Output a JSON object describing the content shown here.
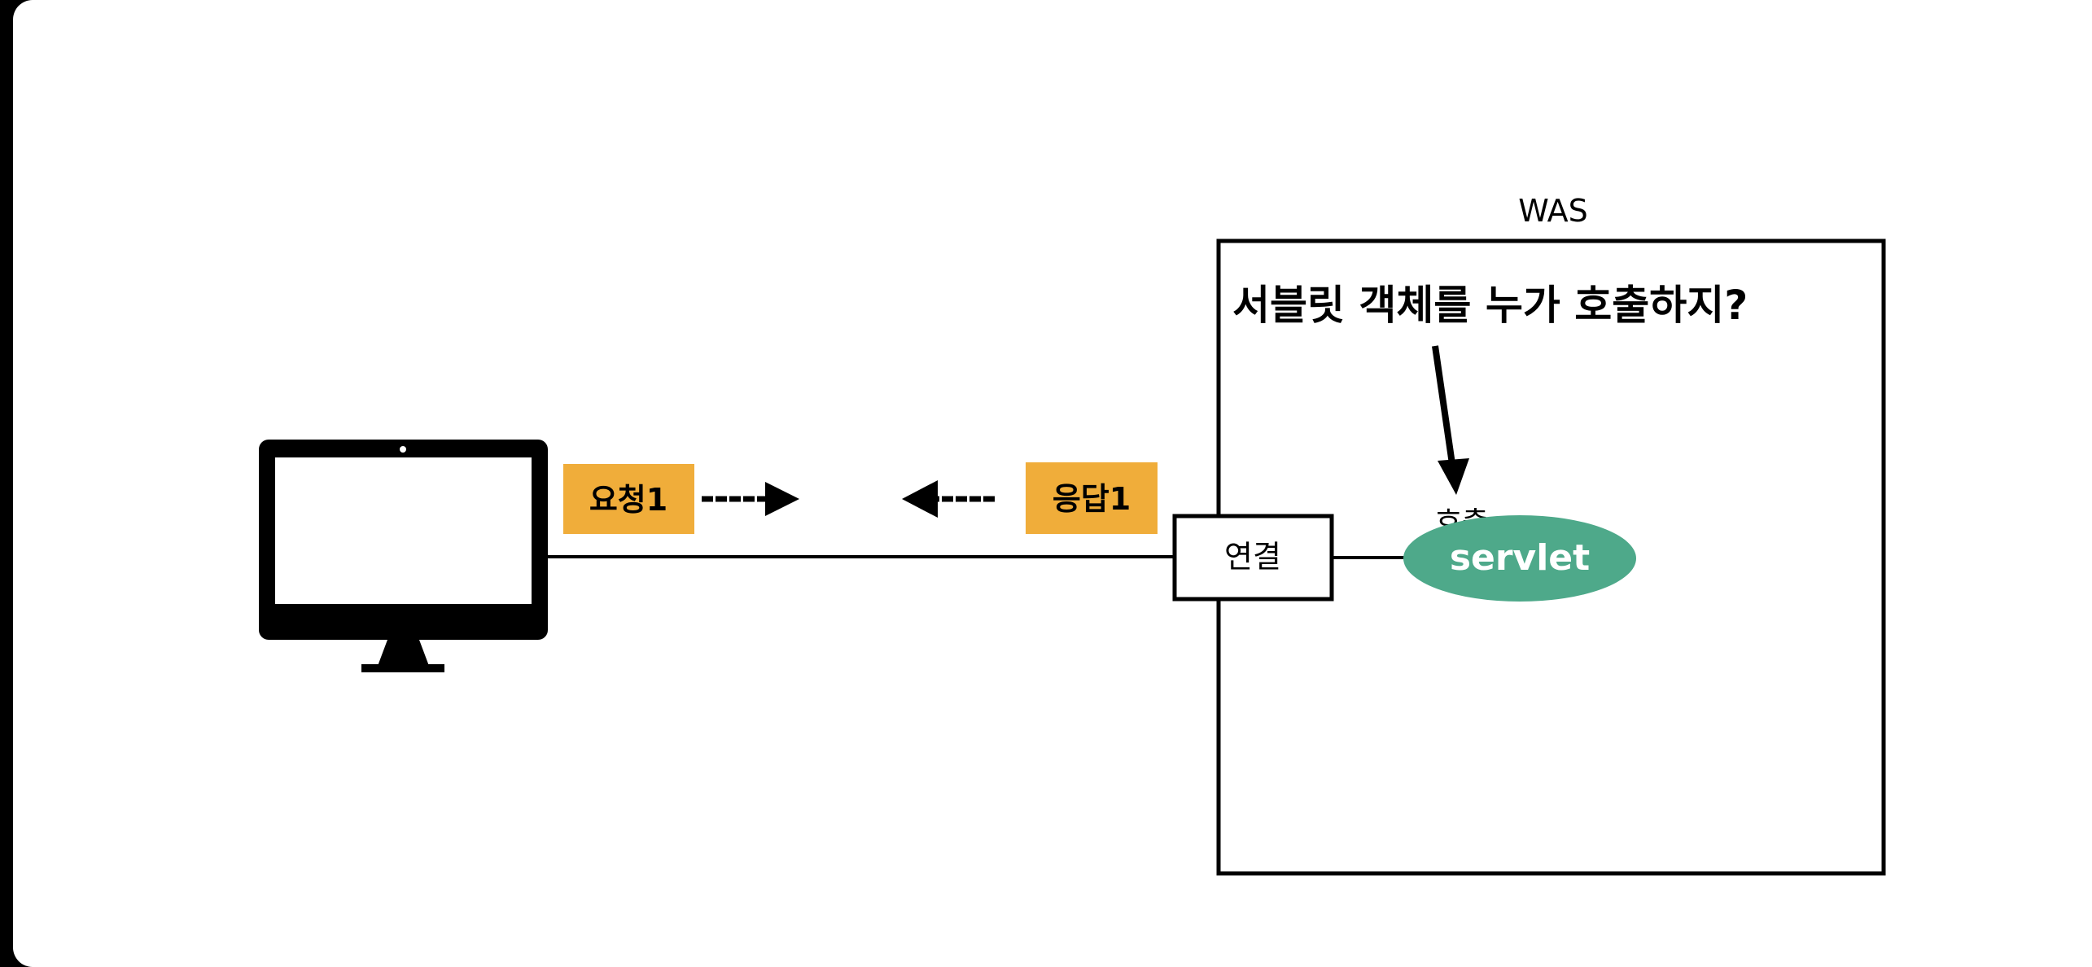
{
  "diagram": {
    "was_label": "WAS",
    "question": "서블릿 객체를 누가 호출하지?",
    "request_label": "요청1",
    "response_label": "응답1",
    "connection_label": "연결",
    "call_label": "호출",
    "servlet_label": "servlet",
    "colors": {
      "orange": "#F0AD3A",
      "servlet_green": "#4EA98A",
      "stroke": "#000000"
    }
  }
}
